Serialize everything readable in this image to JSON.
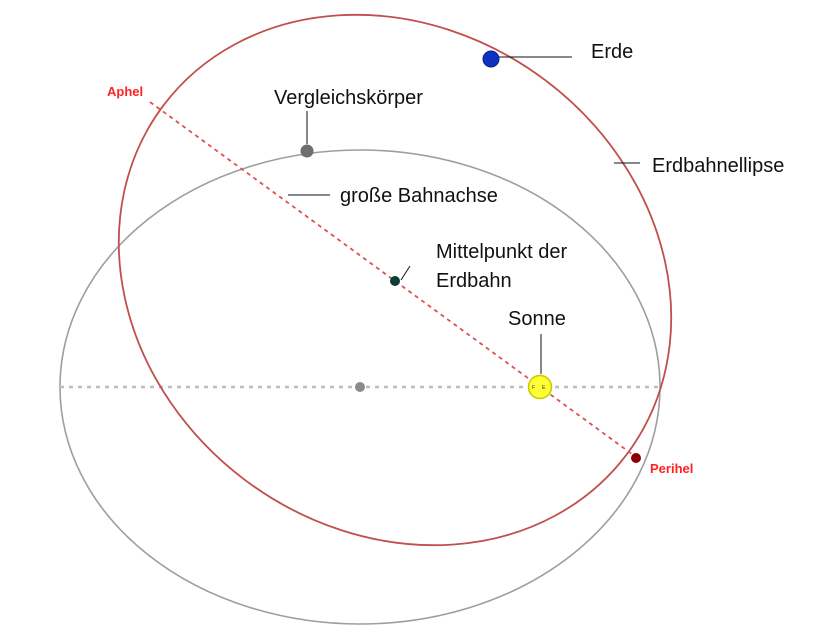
{
  "diagram": {
    "labels": {
      "erde": "Erde",
      "erdbahnellipse": "Erdbahnellipse",
      "vergleichskoerper": "Vergleichskörper",
      "grosse_bahnachse": "große Bahnachse",
      "mittelpunkt_line1": "Mittelpunkt der",
      "mittelpunkt_line2": "Erdbahn",
      "sonne": "Sonne",
      "aphel": "Aphel",
      "perihel": "Perihel",
      "sun_mark_1": "F",
      "sun_mark_2": "E"
    },
    "colors": {
      "earth_orbit": "#c0504d",
      "reference_orbit": "#9e9e9e",
      "major_axis": "#e05050",
      "reference_axis": "#bdbdbd",
      "earth": "#1030c0",
      "reference_body": "#6e6e6e",
      "center": "#0d3b35",
      "sun_fill": "#ffff33",
      "sun_stroke": "#c8c800",
      "perihel_point": "#8b0000",
      "label_red": "#ff2222",
      "leader": "#111111"
    }
  }
}
